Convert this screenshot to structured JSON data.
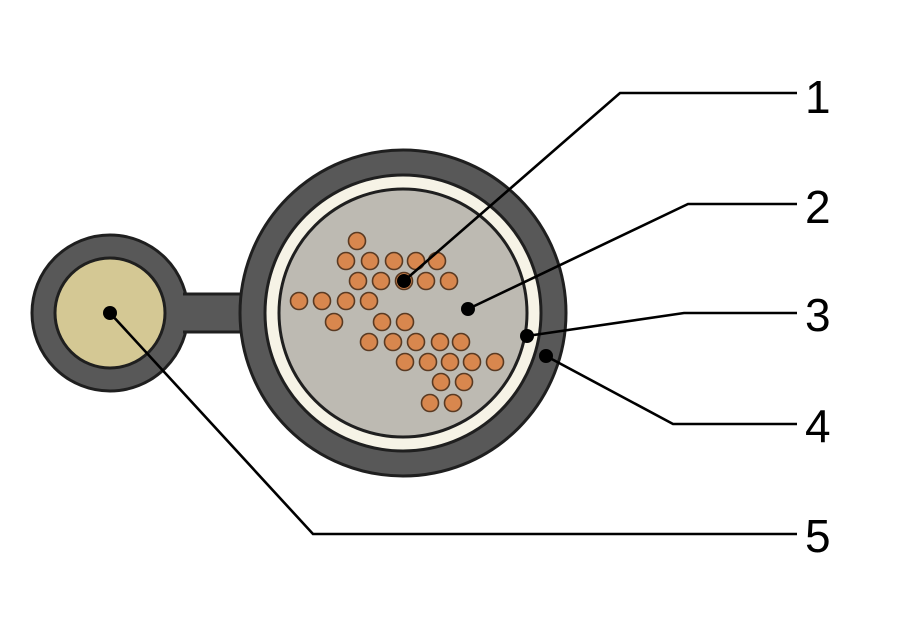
{
  "diagram": {
    "callouts": [
      {
        "id": "1",
        "label": "1",
        "part": "conductor-strands"
      },
      {
        "id": "2",
        "label": "2",
        "part": "filler"
      },
      {
        "id": "3",
        "label": "3",
        "part": "inner-layer"
      },
      {
        "id": "4",
        "label": "4",
        "part": "outer-sheath"
      },
      {
        "id": "5",
        "label": "5",
        "part": "messenger-core"
      }
    ],
    "colors": {
      "sheath": "#585858",
      "outline": "#1f1f1f",
      "inner_layer": "#f6f3e6",
      "filler": "#bdbab2",
      "strand": "#d8874e",
      "messenger_core": "#d4c894",
      "leader": "#000000"
    }
  }
}
